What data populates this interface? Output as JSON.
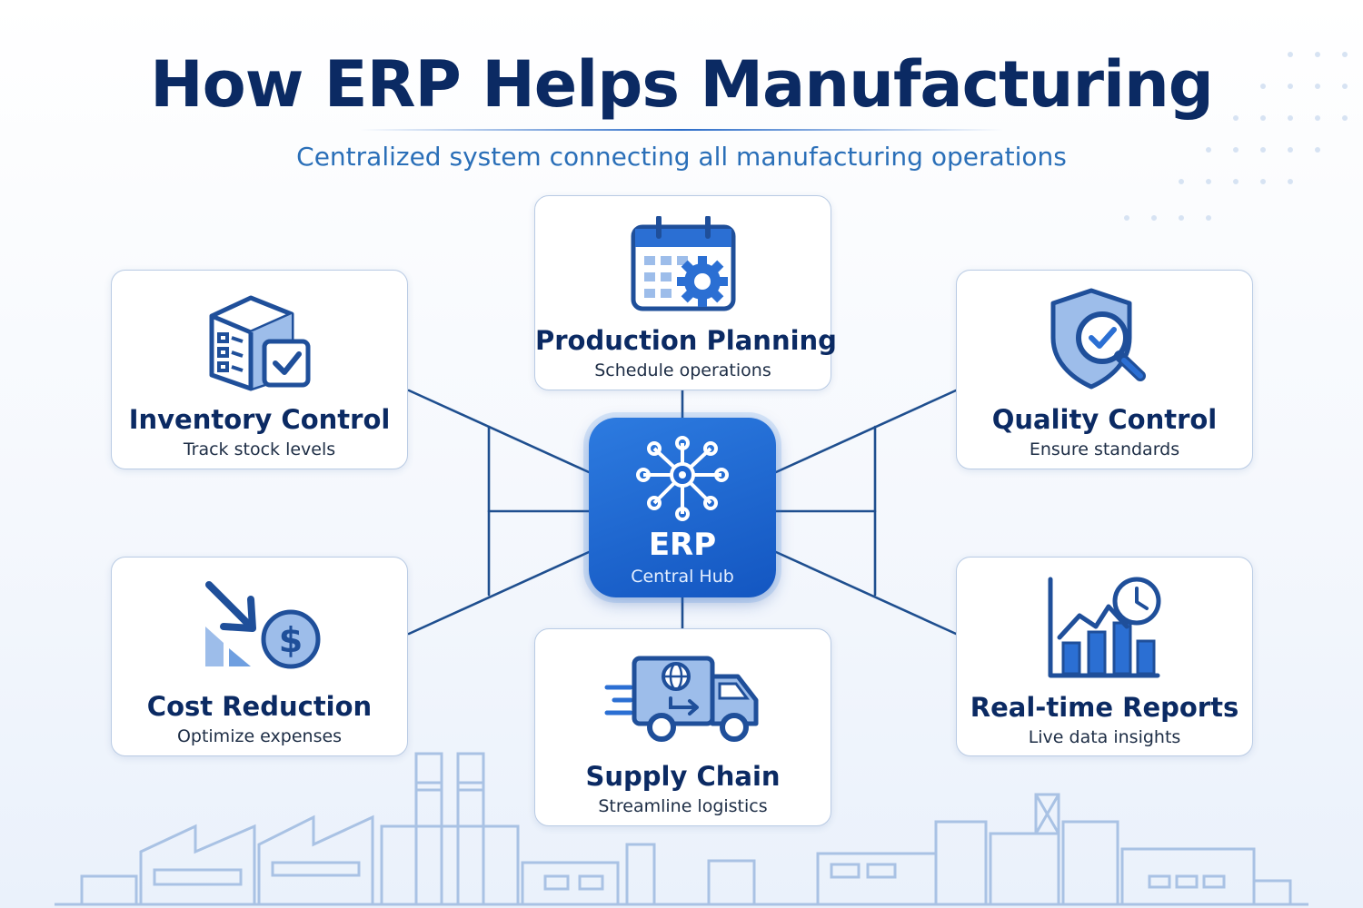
{
  "title": "How ERP Helps Manufacturing",
  "subtitle": "Centralized system connecting all manufacturing operations",
  "hub": {
    "title": "ERP",
    "subtitle": "Central Hub",
    "icon": "network-hub-icon"
  },
  "modules": {
    "production_planning": {
      "label": "Production Planning",
      "desc": "Schedule operations",
      "icon": "calendar-gear-icon"
    },
    "inventory_control": {
      "label": "Inventory Control",
      "desc": "Track stock levels",
      "icon": "box-checklist-icon"
    },
    "quality_control": {
      "label": "Quality Control",
      "desc": "Ensure standards",
      "icon": "shield-magnifier-icon"
    },
    "cost_reduction": {
      "label": "Cost Reduction",
      "desc": "Optimize expenses",
      "icon": "dollar-down-arrow-icon"
    },
    "supply_chain": {
      "label": "Supply Chain",
      "desc": "Streamline logistics",
      "icon": "delivery-truck-icon"
    },
    "realtime_reports": {
      "label": "Real-time Reports",
      "desc": "Live data insights",
      "icon": "chart-clock-icon"
    }
  },
  "colors": {
    "primary": "#1f66d1",
    "dark": "#0b2a63",
    "light": "#9dbdea",
    "connector": "#1f4f8f"
  }
}
